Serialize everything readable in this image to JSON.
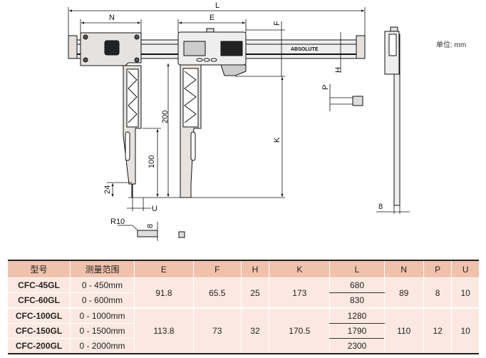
{
  "drawing": {
    "labels": {
      "L": "L",
      "N": "N",
      "E": "E",
      "F": "F",
      "H": "H",
      "K": "K",
      "P": "P",
      "U": "U",
      "d200": "200",
      "d100": "100",
      "d24": "24",
      "R10": "R10",
      "d8a": "8",
      "d8b": "8"
    },
    "brand": "ABSOLUTE",
    "unit_note": "单位: mm"
  },
  "table": {
    "headers": [
      "型号",
      "测量范围",
      "E",
      "F",
      "H",
      "K",
      "L",
      "N",
      "P",
      "U"
    ],
    "groups": [
      {
        "models": [
          {
            "model": "CFC-45GL",
            "range": "0 - 450mm",
            "L": "680"
          },
          {
            "model": "CFC-60GL",
            "range": "0 - 600mm",
            "L": "830"
          }
        ],
        "E": "91.8",
        "F": "65.5",
        "H": "25",
        "K": "173",
        "N": "89",
        "P": "8",
        "U": "10"
      },
      {
        "models": [
          {
            "model": "CFC-100GL",
            "range": "0 - 1000mm",
            "L": "1280"
          },
          {
            "model": "CFC-150GL",
            "range": "0 - 1500mm",
            "L": "1790"
          },
          {
            "model": "CFC-200GL",
            "range": "0 - 2000mm",
            "L": "2300"
          }
        ],
        "E": "113.8",
        "F": "73",
        "H": "32",
        "K": "170.5",
        "N": "110",
        "P": "12",
        "U": "10"
      }
    ]
  }
}
